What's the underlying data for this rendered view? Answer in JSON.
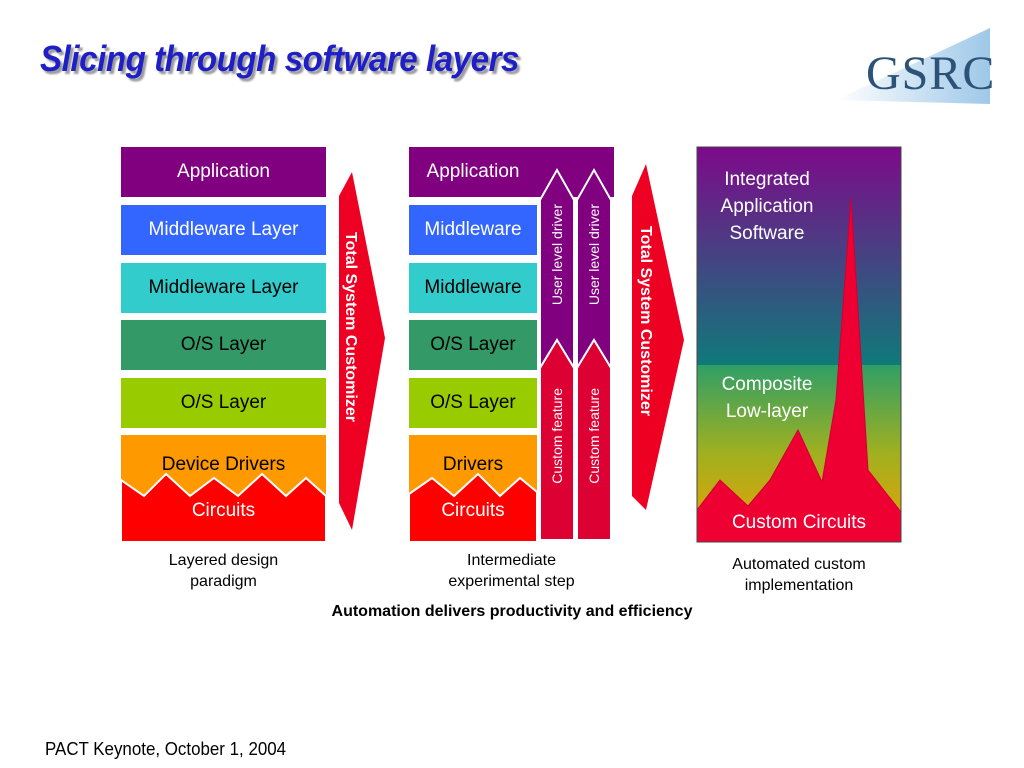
{
  "title": "Slicing through software layers",
  "logo": {
    "text": "GSRC"
  },
  "col1": {
    "layers": [
      "Application",
      "Middleware Layer",
      "Middleware Layer",
      "O/S Layer",
      "O/S Layer",
      "Device Drivers",
      "Circuits"
    ],
    "caption": [
      "Layered design",
      "paradigm"
    ]
  },
  "arrow1": {
    "label": "Total System Customizer"
  },
  "col2": {
    "layers": [
      "Application",
      "Middleware",
      "Middleware",
      "O/S Layer",
      "O/S Layer",
      "Drivers",
      "Circuits"
    ],
    "user_driver_1": "User level driver",
    "user_driver_2": "User level driver",
    "custom_feature_1": "Custom feature",
    "custom_feature_2": "Custom feature",
    "caption": [
      "Intermediate",
      "experimental step"
    ]
  },
  "arrow2": {
    "label": "Total System Customizer"
  },
  "col3": {
    "top_label": [
      "Integrated",
      "Application",
      "Software"
    ],
    "mid_label": [
      "Composite",
      "Low-layer"
    ],
    "bottom_label": "Custom Circuits",
    "caption": [
      "Automated custom",
      "implementation"
    ]
  },
  "tagline": "Automation delivers productivity and efficiency",
  "footer": "PACT Keynote, October 1, 2004",
  "colors": {
    "title": "#1f1fc8",
    "application": "#800080",
    "middleware1": "#3366ff",
    "middleware2": "#33cccc",
    "os1": "#339966",
    "os2": "#99cc00",
    "drivers": "#ff9900",
    "circuits": "#ff0000",
    "custom_feature": "#dd0033"
  }
}
